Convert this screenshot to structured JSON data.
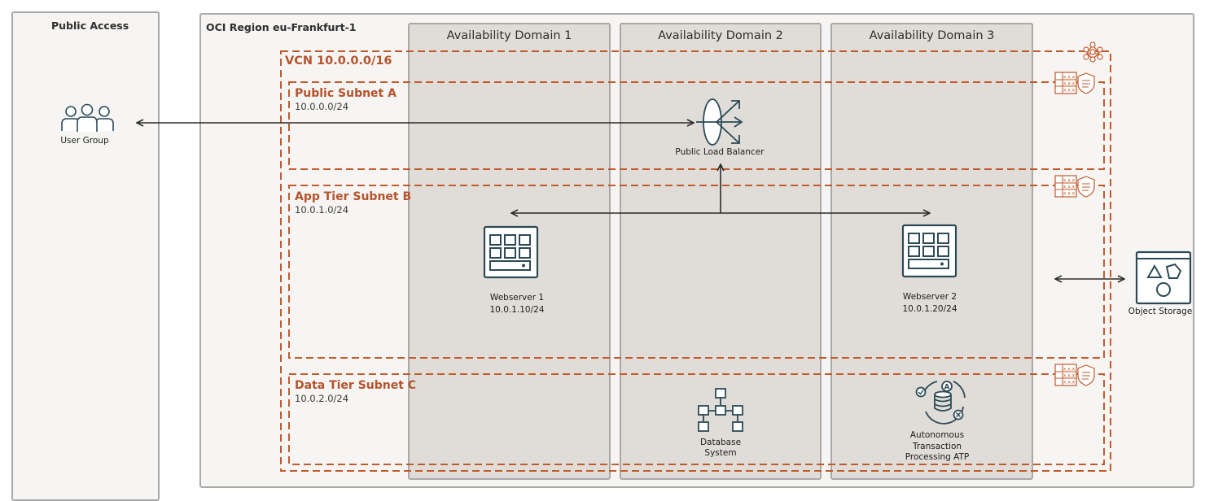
{
  "public_access": {
    "title": "Public Access",
    "user_group_label": "User Group"
  },
  "region": {
    "title": "OCI Region eu-Frankfurt-1"
  },
  "availability_domains": [
    {
      "title": "Availability Domain 1"
    },
    {
      "title": "Availability Domain 2"
    },
    {
      "title": "Availability Domain 3"
    }
  ],
  "vcn": {
    "title": "VCN 10.0.0.0/16"
  },
  "subnets": [
    {
      "title": "Public Subnet A",
      "cidr": "10.0.0.0/24"
    },
    {
      "title": "App Tier Subnet B",
      "cidr": "10.0.1.0/24"
    },
    {
      "title": "Data Tier Subnet C",
      "cidr": "10.0.2.0/24"
    }
  ],
  "nodes": {
    "load_balancer": "Public Load Balancer",
    "webserver1": {
      "name": "Webserver 1",
      "ip": "10.0.1.10/24"
    },
    "webserver2": {
      "name": "Webserver 2",
      "ip": "10.0.1.20/24"
    },
    "database": {
      "line1": "Database",
      "line2": "System"
    },
    "atp": {
      "line1": "Autonomous",
      "line2": "Transaction",
      "line3": "Processing ATP"
    },
    "object_storage": "Object Storage"
  },
  "colors": {
    "oracle_orange": "#c25b2c",
    "icon_teal": "#2c4a56",
    "container_fill": "#f6f5f3",
    "ad_fill": "#e0ddd8",
    "border_gray": "#a9a9a9"
  }
}
